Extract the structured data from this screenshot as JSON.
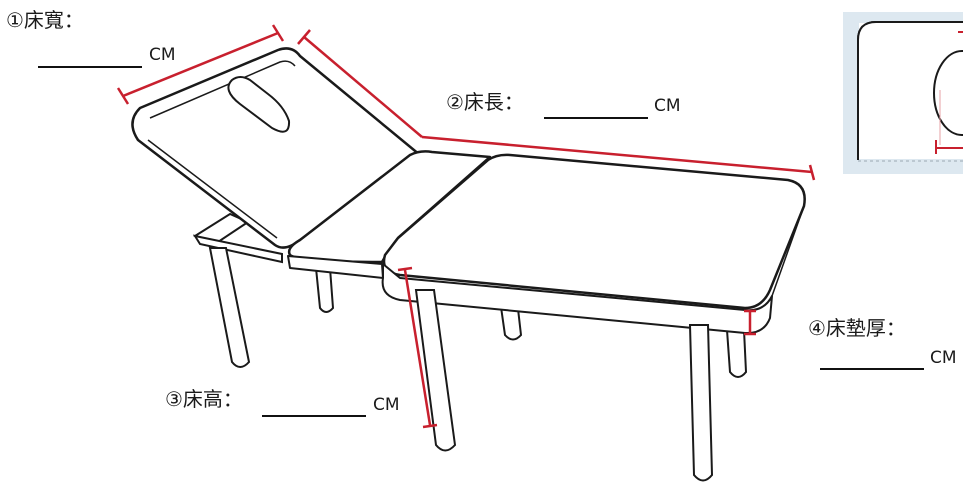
{
  "labels": {
    "width": {
      "text": "①床寬：",
      "unit": "CM"
    },
    "length": {
      "text": "②床長：",
      "unit": "CM"
    },
    "height": {
      "text": "③床高：",
      "unit": "CM"
    },
    "thickness": {
      "text": "④床墊厚：",
      "unit": "CM"
    }
  },
  "colors": {
    "outline": "#1a1a1a",
    "dimension": "#c8202e",
    "inset_bg": "#dde8f0"
  }
}
